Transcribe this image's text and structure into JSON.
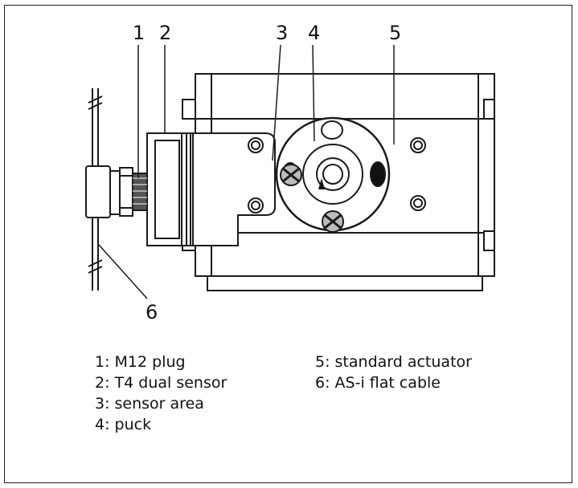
{
  "callouts": {
    "c1": "1",
    "c2": "2",
    "c3": "3",
    "c4": "4",
    "c5": "5",
    "c6": "6"
  },
  "legend": {
    "left": [
      "1: M12 plug",
      "2: T4 dual sensor",
      "3: sensor area",
      "4: puck"
    ],
    "right": [
      "5: standard actuator",
      "6: AS-i flat cable"
    ]
  }
}
